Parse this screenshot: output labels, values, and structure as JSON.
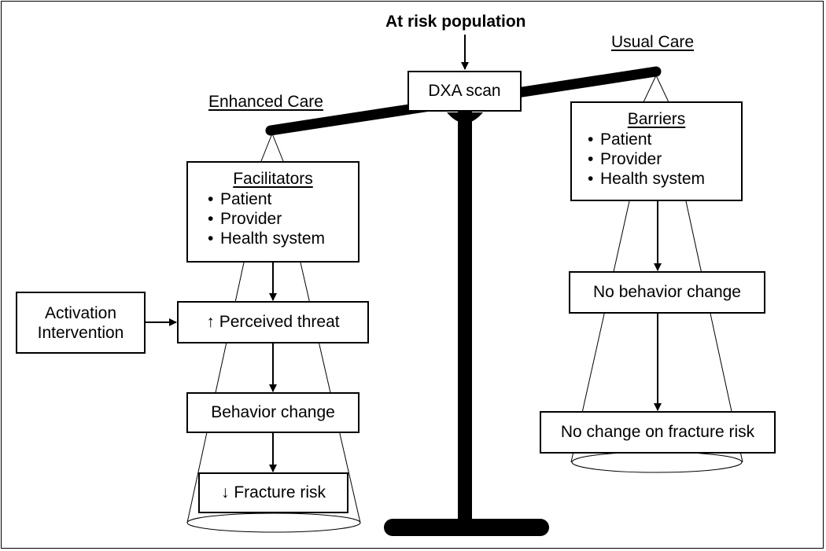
{
  "top_label": "At risk population",
  "center_box": "DXA scan",
  "left": {
    "title": "Enhanced Care",
    "facilitators": {
      "heading": "Facilitators",
      "items": [
        "Patient",
        "Provider",
        "Health system"
      ]
    },
    "threat": "↑ Perceived threat",
    "behavior": "Behavior change",
    "outcome": "↓ Fracture risk"
  },
  "intervention": {
    "line1": "Activation",
    "line2": "Intervention"
  },
  "right": {
    "title": "Usual Care",
    "barriers": {
      "heading": "Barriers",
      "items": [
        "Patient",
        "Provider",
        "Health system"
      ]
    },
    "no_behavior": "No behavior change",
    "outcome": "No change on fracture risk"
  }
}
